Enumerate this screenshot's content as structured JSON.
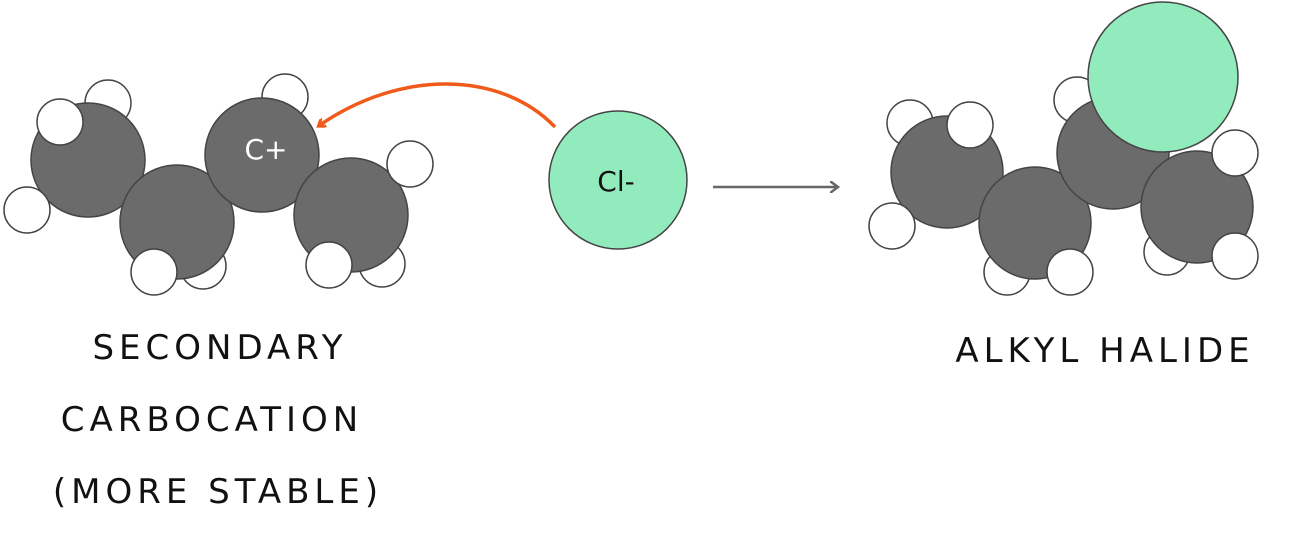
{
  "colors": {
    "carbon": "#6b6b6b",
    "hydrogen": "#ffffff",
    "chlorine": "#92ebbd",
    "outline": "#444444",
    "attack_arrow": "#f05a1a",
    "reaction_arrow": "#666666"
  },
  "reactant": {
    "carbocation_label": "C+",
    "caption": [
      "SECONDARY",
      "CARBOCATION",
      "(MORE STABLE)"
    ]
  },
  "nucleophile": {
    "label": "Cl-"
  },
  "product": {
    "caption": "ALKYL HALIDE"
  }
}
